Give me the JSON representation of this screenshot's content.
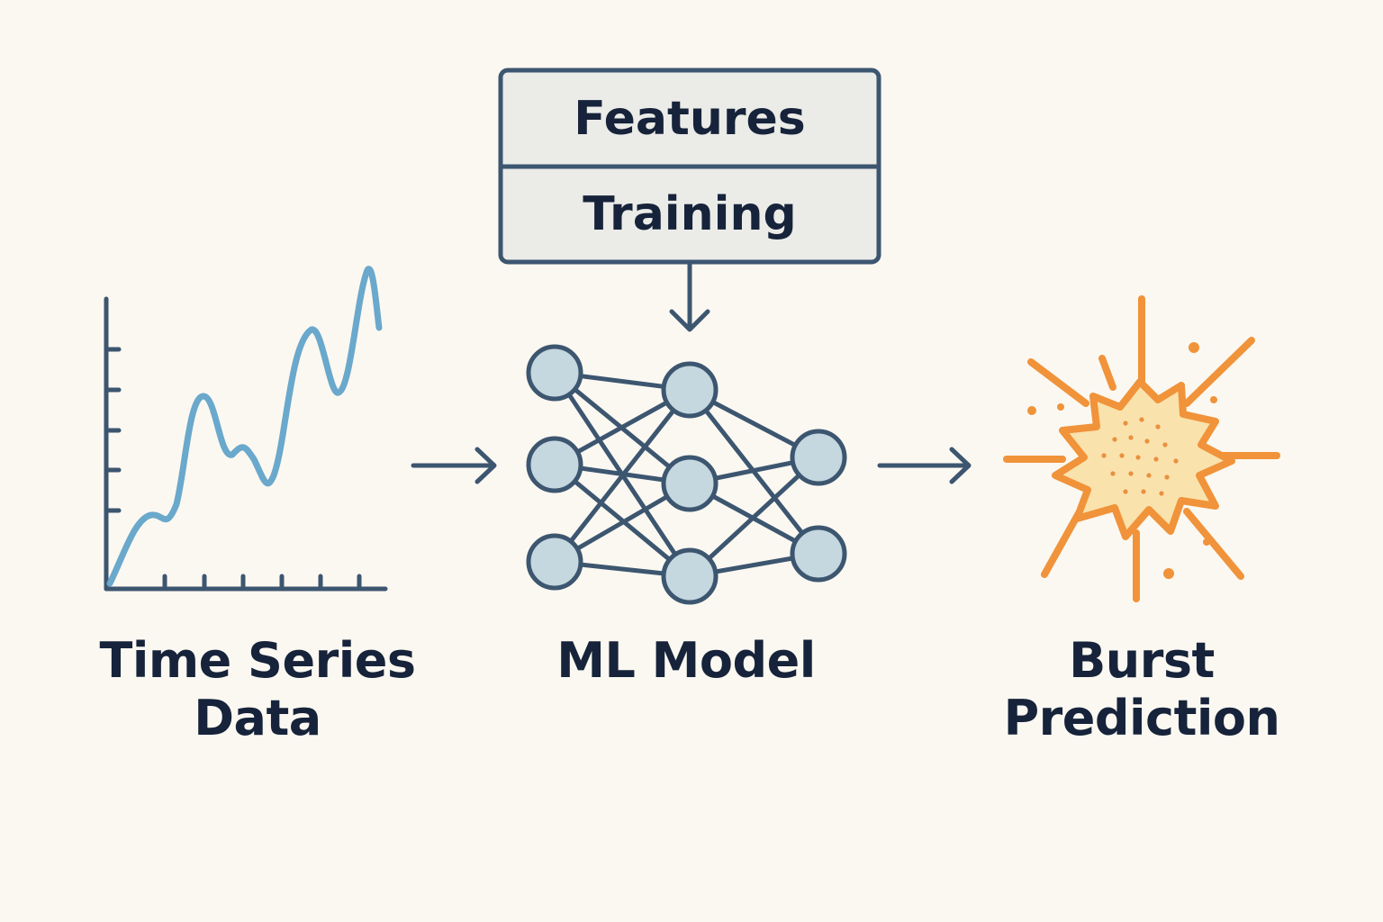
{
  "stages": {
    "input_label_line1": "Time Series",
    "input_label_line2": "Data",
    "model_label": "ML Model",
    "output_label_line1": "Burst",
    "output_label_line2": "Prediction"
  },
  "process_box": {
    "top_label": "Features",
    "bottom_label": "Training"
  },
  "icons": {
    "input": "line-chart-icon",
    "model": "neural-network-icon",
    "output": "burst-icon"
  },
  "colors": {
    "background": "#fbf8f1",
    "ink": "#3d5670",
    "text": "#16233a",
    "series_line": "#6aa8cc",
    "node_fill": "#c5d7df",
    "box_fill": "#ebebe8",
    "burst_stroke": "#f0933a",
    "burst_fill": "#fae2ad"
  }
}
